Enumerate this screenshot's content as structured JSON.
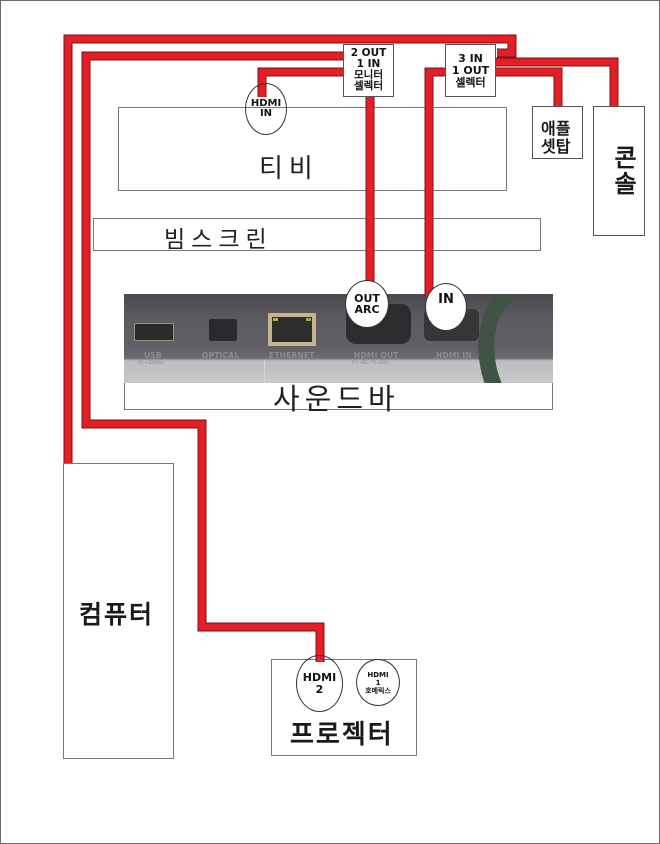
{
  "diagram": {
    "title": "",
    "devices": {
      "tv": {
        "label": "티비",
        "port": {
          "line1": "HDMI",
          "line2": "IN"
        }
      },
      "screen": {
        "label": "빔스크린"
      },
      "soundbar": {
        "label": "사운드바",
        "photo_ports": [
          "USB",
          "OPTICAL",
          "ETHERNET",
          "HDMI OUT",
          "HDMI IN"
        ],
        "photo_port_sub": {
          "usb": "5V ⎓ 500mA",
          "hdmi_out": "(TV ARC/ TV eARC)"
        },
        "out_port": {
          "line1": "OUT",
          "line2": "ARC"
        },
        "in_port": {
          "line1": "IN"
        }
      },
      "monitor_selector": {
        "line1": "2 OUT",
        "line2": "1 IN",
        "line3": "모니터",
        "line4": "셀렉터"
      },
      "input_selector": {
        "line1": "3 IN",
        "line2": "1 OUT",
        "line3": "셀렉터"
      },
      "apple_settop": {
        "line1": "애플",
        "line2": "셋탑"
      },
      "console": {
        "label": "콘솔"
      },
      "computer": {
        "label": "컴퓨터"
      },
      "projector": {
        "label": "프로젝터",
        "port_hdmi2": {
          "line1": "HDMI",
          "line2": "2"
        },
        "port_hdmi1": {
          "line1": "HDMI",
          "line2": "1",
          "line3": "호메릭스"
        }
      }
    },
    "colors": {
      "wire": "#e32028",
      "wire_edge": "#7a1216",
      "outline": "#777777",
      "page_border": "#6b6b6b"
    }
  }
}
